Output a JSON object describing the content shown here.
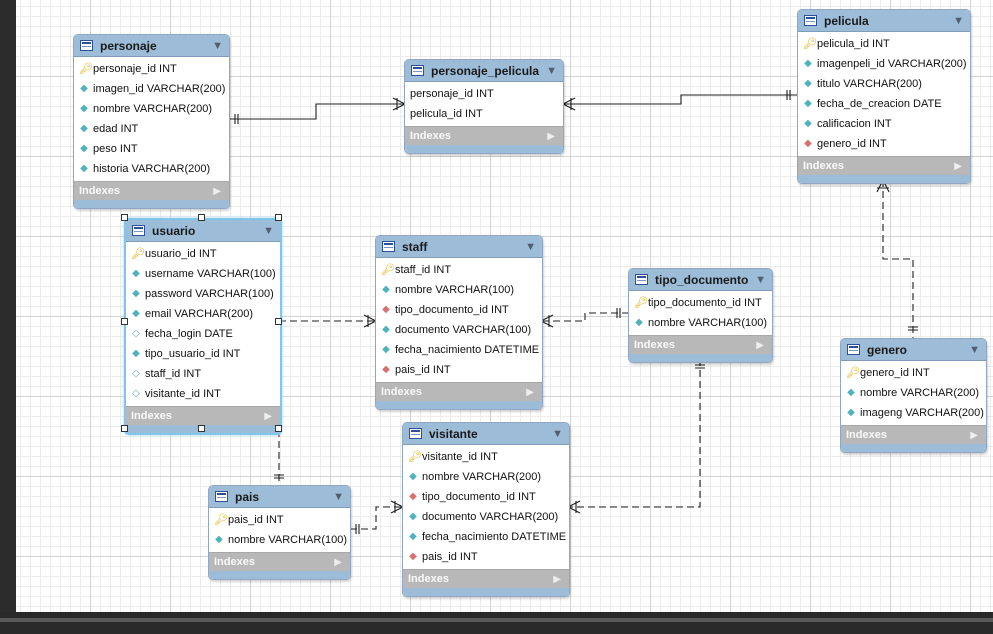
{
  "indexes_label": "Indexes",
  "icons": {
    "table": "table-icon",
    "key": "key-icon",
    "column": "column-icon",
    "foreign_key": "foreign-key-icon",
    "collapse": "chevron-down-icon",
    "expand": "chevron-right-icon"
  },
  "colors": {
    "header": "#9cbcd8",
    "indexes_bar": "#b8b8b8",
    "selected_border": "#7fc5ec",
    "key": "#e0a800",
    "column": "#4fb3bf",
    "foreign_key": "#d96f6f"
  },
  "tables": {
    "personaje": {
      "name": "personaje",
      "columns": [
        "personaje_id INT",
        "imagen_id VARCHAR(200)",
        "nombre VARCHAR(200)",
        "edad INT",
        "peso INT",
        "historia VARCHAR(200)"
      ]
    },
    "personaje_pelicula": {
      "name": "personaje_pelicula",
      "columns": [
        "personaje_id INT",
        "pelicula_id INT"
      ]
    },
    "pelicula": {
      "name": "pelicula",
      "columns": [
        "pelicula_id INT",
        "imagenpeli_id VARCHAR(200)",
        "titulo VARCHAR(200)",
        "fecha_de_creacion DATE",
        "calificacion INT",
        "genero_id INT"
      ]
    },
    "usuario": {
      "name": "usuario",
      "columns": [
        "usuario_id INT",
        "username VARCHAR(100)",
        "password VARCHAR(100)",
        "email VARCHAR(200)",
        "fecha_login DATE",
        "tipo_usuario_id INT",
        "staff_id INT",
        "visitante_id INT"
      ]
    },
    "staff": {
      "name": "staff",
      "columns": [
        "staff_id INT",
        "nombre VARCHAR(100)",
        "tipo_documento_id INT",
        "documento VARCHAR(100)",
        "fecha_nacimiento DATETIME",
        "pais_id INT"
      ]
    },
    "tipo_documento": {
      "name": "tipo_documento",
      "columns": [
        "tipo_documento_id INT",
        "nombre VARCHAR(100)"
      ]
    },
    "genero": {
      "name": "genero",
      "columns": [
        "genero_id INT",
        "nombre VARCHAR(200)",
        "imageng VARCHAR(200)"
      ]
    },
    "visitante": {
      "name": "visitante",
      "columns": [
        "visitante_id INT",
        "nombre VARCHAR(200)",
        "tipo_documento_id INT",
        "documento VARCHAR(200)",
        "fecha_nacimiento DATETIME",
        "pais_id INT"
      ]
    },
    "pais": {
      "name": "pais",
      "columns": [
        "pais_id INT",
        "nombre VARCHAR(100)"
      ]
    }
  }
}
